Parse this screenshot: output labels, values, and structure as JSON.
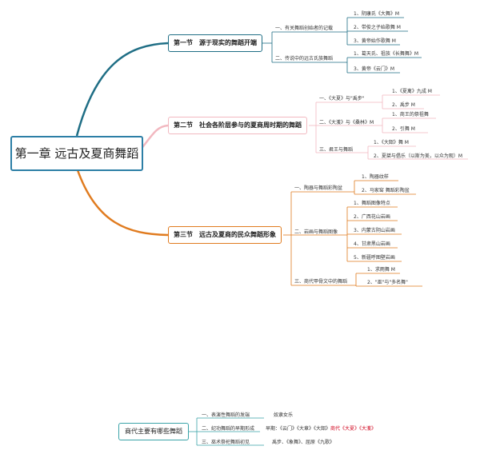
{
  "root": "第一章 远古及夏商舞蹈",
  "sections": [
    {
      "title": "第一节　源于现实的舞蹈开端",
      "subs": [
        {
          "label": "一、有关舞蹈创始者的记载",
          "leaves": [
            "1、阴康氏《大舞》M",
            "2、带俊之子始歌舞 M",
            "3、黄帝始作歌舞 M"
          ]
        },
        {
          "label": "二、传说中的远古氏族舞蹈",
          "leaves": [
            "1、葛天氏、祖族《长舞舞》M",
            "3、黄帝《云门》M"
          ]
        }
      ]
    },
    {
      "title": "第二节　社会各阶层参与的夏商周时期的舞蹈",
      "subs": [
        {
          "label": "一、《大夏》与\"禹步\"",
          "leaves": [
            "1、《夏禽》九成 M",
            "2、禹步 M"
          ]
        },
        {
          "label": "二、《大濩》与《桑林》M",
          "leaves": [
            "1、商王的祭祖舞",
            "2、引舞 M"
          ]
        },
        {
          "label": "三、君王与舞蹈",
          "leaves": [
            "1、《大韶》舞 M",
            "2、夏桀与倡乐（以斯为美，以众为观）M"
          ]
        }
      ]
    },
    {
      "title": "第三节　远古及夏商的民众舞蹈形象",
      "subs": [
        {
          "label": "一、陶器与舞蹈彩陶盆",
          "leaves": [
            "1、陶器纹样",
            "2、马家窑 舞蹈彩陶盆"
          ]
        },
        {
          "label": "二、岩画与舞蹈图像",
          "leaves": [
            "1、舞蹈图像特点",
            "2、广西花山岩画",
            "3、内蒙古阴山岩画",
            "4、甘肃黑山岩画",
            "5、新疆呼图壁岩画"
          ]
        },
        {
          "label": "三、商代甲骨文中的舞蹈",
          "leaves": [
            "1、求雨舞 M",
            "2、\"巫\"与\"多名舞\""
          ]
        }
      ]
    }
  ],
  "bottom": {
    "root": "商代主要有哪些舞蹈",
    "rows": [
      {
        "label": "一、表演性舞蹈的发端",
        "value": "奴隶女乐"
      },
      {
        "label": "二、纪功舞蹈的早期形成",
        "value_plain": "早期：《云门》《大章》《大韶》",
        "value_red": "商代《大夏》《大濩》"
      },
      {
        "label": "三、巫术祭祀舞蹈初见",
        "value": "禹步、《象舞》、屈原《九歌》"
      }
    ]
  },
  "colors": {
    "sec1": "#1f6e85",
    "sec2": "#f2b8c0",
    "sec3": "#e07b1f",
    "root": "#2d7fa6",
    "bottom": "#3aa3a8",
    "red": "#d0021b"
  }
}
